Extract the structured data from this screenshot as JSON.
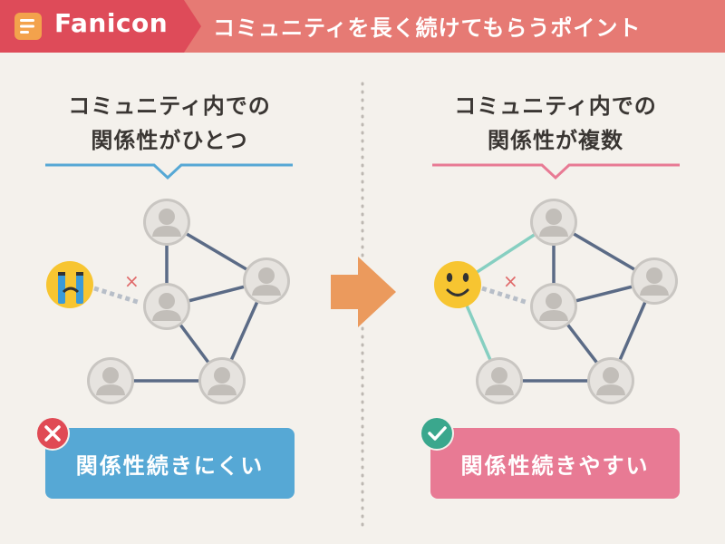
{
  "header": {
    "brand": "Fanicon",
    "title": "コミュニティを長く続けてもらうポイント",
    "icon": "chat-list-icon"
  },
  "left_panel": {
    "title_line1": "コミュニティ内での",
    "title_line2": "関係性がひとつ",
    "result": "関係性続きにくい",
    "result_icon": "cross-icon",
    "user_face": "crying-face",
    "link_marker": "×"
  },
  "right_panel": {
    "title_line1": "コミュニティ内での",
    "title_line2": "関係性が複数",
    "result": "関係性続きやすい",
    "result_icon": "check-icon",
    "user_face": "smiling-face",
    "link_marker": "×"
  },
  "colors": {
    "header_dark": "#de4b59",
    "header_light": "#e67a74",
    "left_accent": "#56a8d5",
    "right_accent": "#e87a94",
    "edge": "#5b6b86",
    "teal_edge": "#86cfc1",
    "arrow": "#eb9a5d",
    "bg": "#f4f1ec"
  }
}
